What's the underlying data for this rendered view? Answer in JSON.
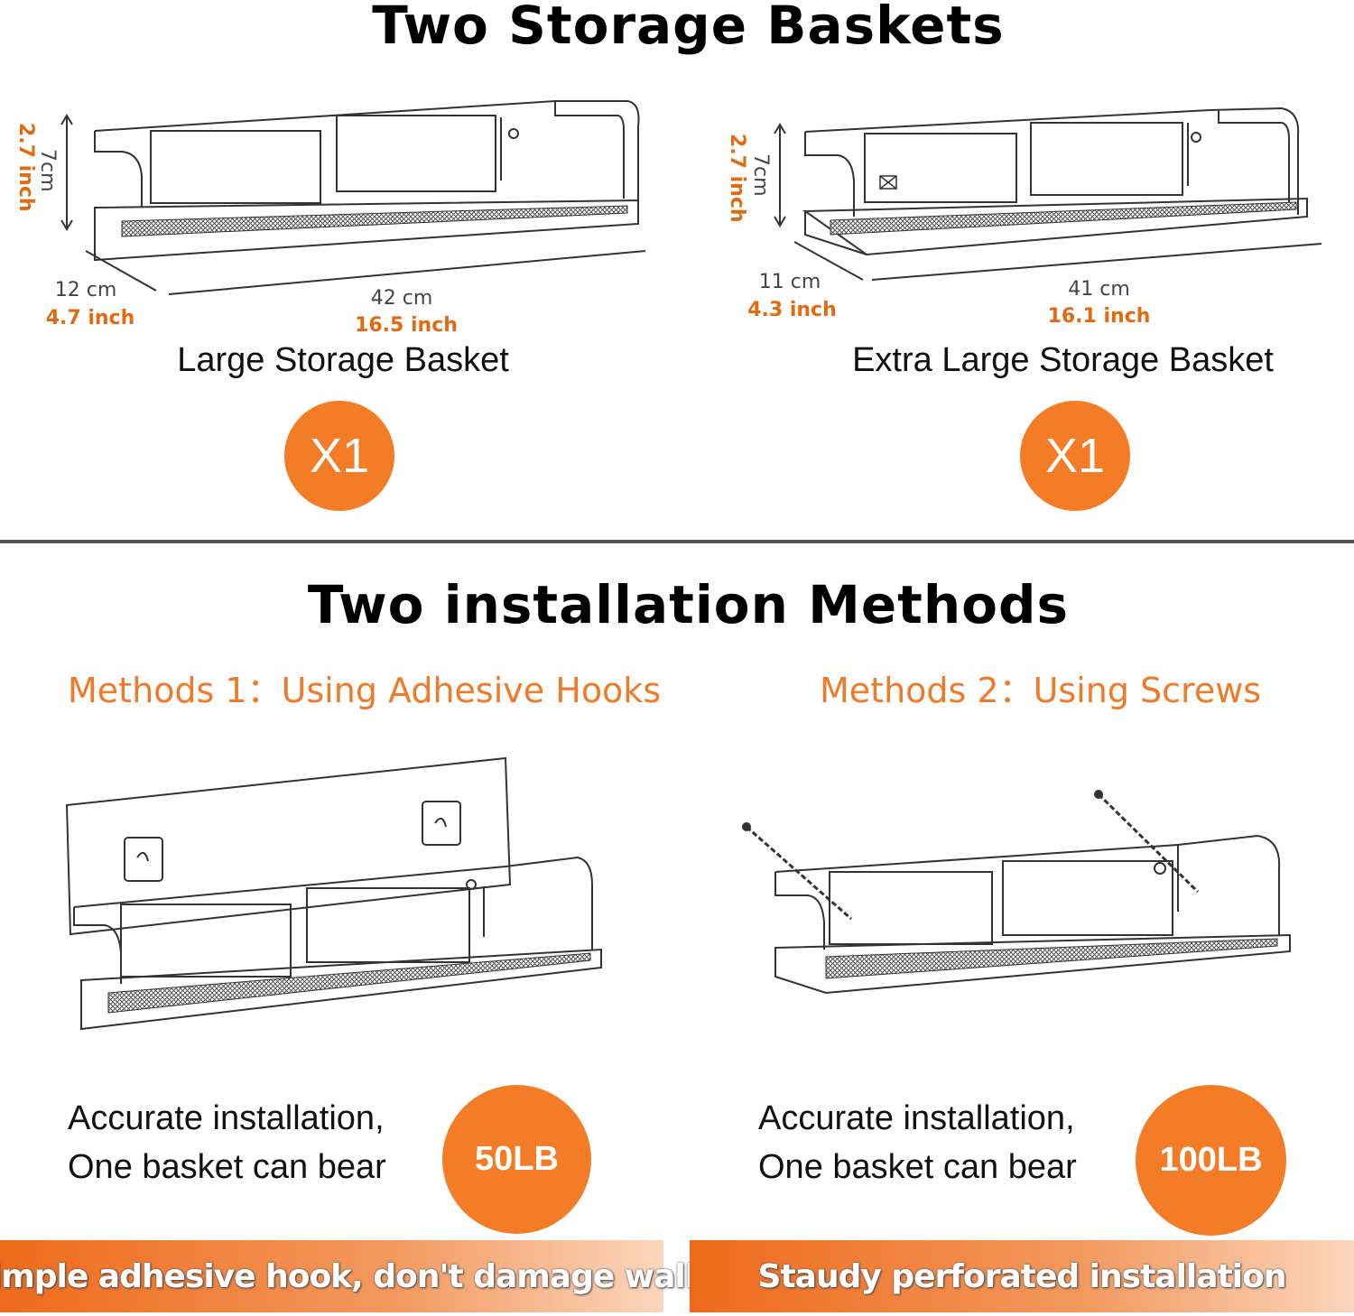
{
  "top_title": "Two Storage Baskets",
  "baskets": [
    {
      "name": "Large Storage Basket",
      "height_cm": "7cm",
      "height_inch": "2.7 inch",
      "depth_cm": "12 cm",
      "depth_inch": "4.7 inch",
      "length_cm": "42 cm",
      "length_inch": "16.5 inch",
      "count": "X1"
    },
    {
      "name": "Extra Large Storage Basket",
      "height_cm": "7cm",
      "height_inch": "2.7 inch",
      "depth_cm": "11 cm",
      "depth_inch": "4.3 inch",
      "length_cm": "41 cm",
      "length_inch": "16.1 inch",
      "count": "X1"
    }
  ],
  "install_title": "Two installation Methods",
  "methods": [
    {
      "heading": "Methods 1：Using Adhesive Hooks",
      "line1": "Accurate installation,",
      "line2": "One basket can bear",
      "load": "50LB",
      "banner": "Simple adhesive hook, don't damage wall"
    },
    {
      "heading": "Methods 2：Using Screws",
      "line1": "Accurate installation,",
      "line2": "One basket can bear",
      "load": "100LB",
      "banner": "Staudy perforated installation"
    }
  ],
  "colors": {
    "accent": "#f57c26",
    "divider": "#555555"
  }
}
